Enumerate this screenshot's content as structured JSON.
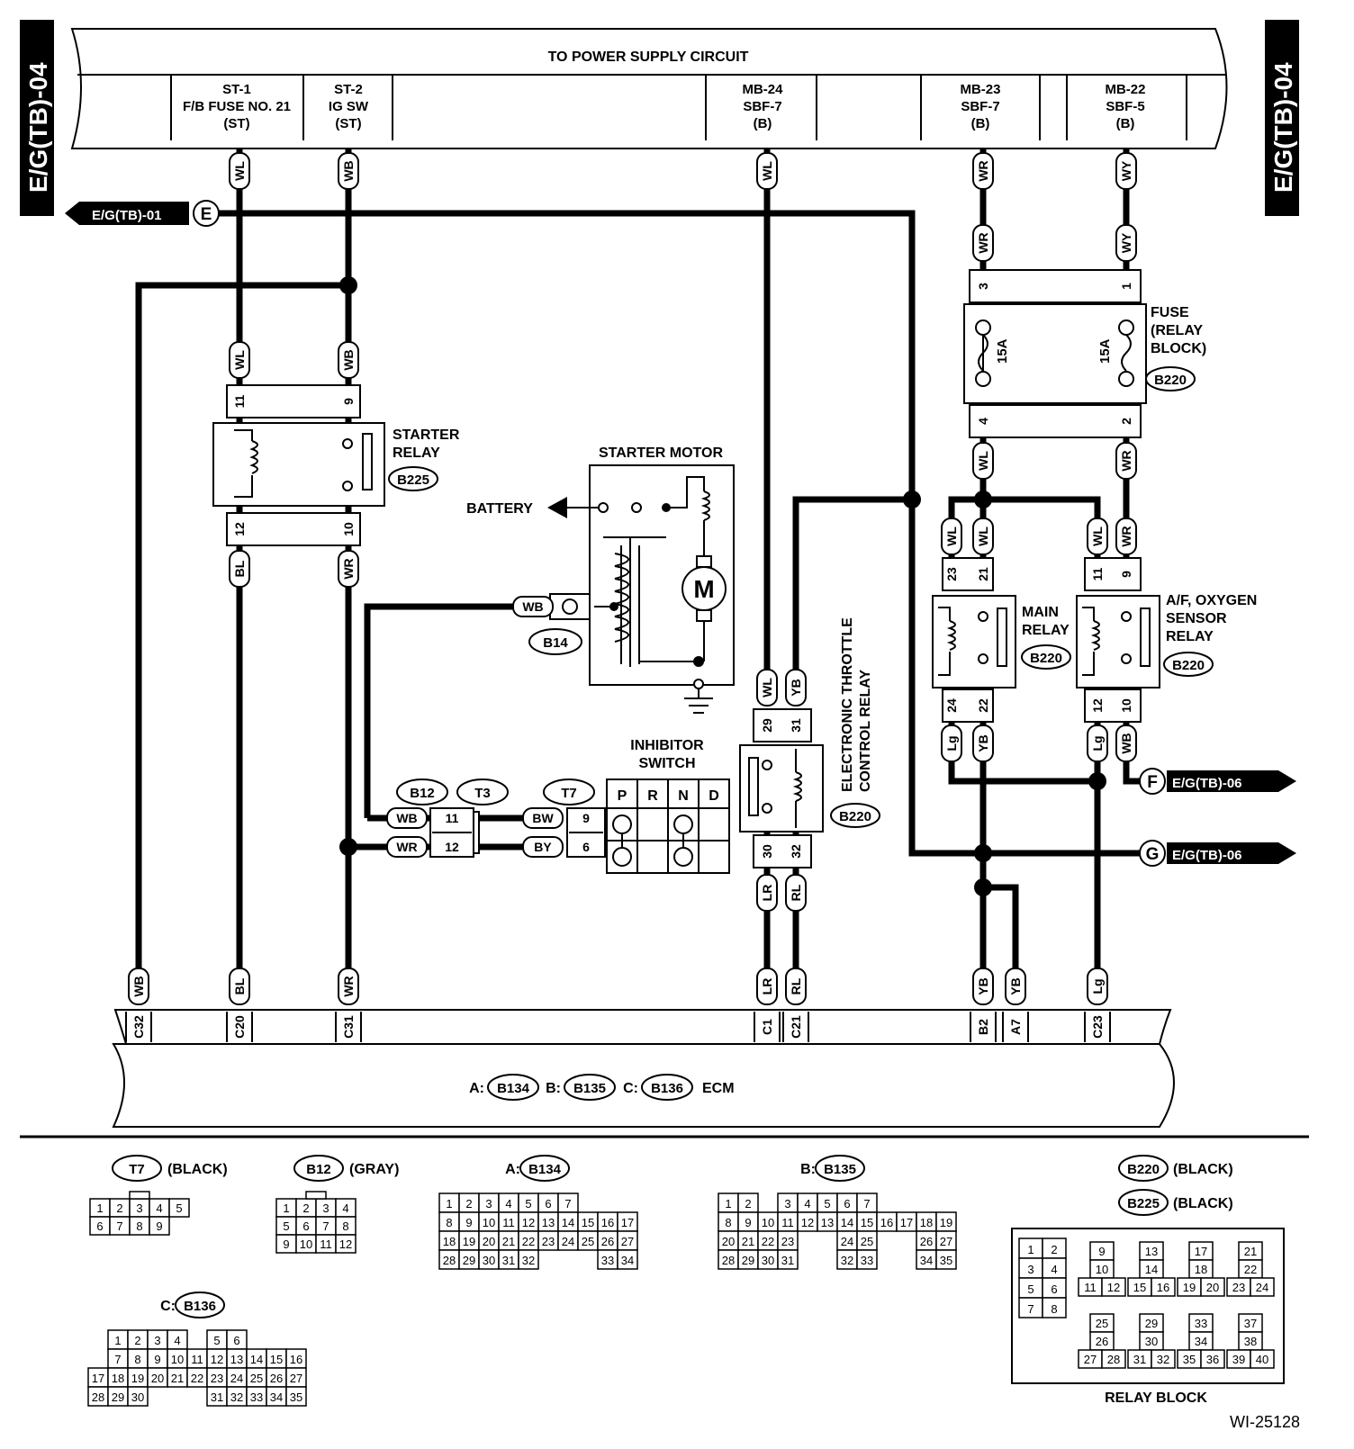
{
  "side_tabs": {
    "left": "E/G(TB)-04",
    "right": "E/G(TB)-04"
  },
  "power_bus": {
    "title": "TO POWER SUPPLY CIRCUIT",
    "terminals": [
      {
        "l1": "ST-1",
        "l2": "F/B FUSE NO. 21",
        "l3": "(ST)"
      },
      {
        "l1": "ST-2",
        "l2": "IG SW",
        "l3": "(ST)"
      },
      {
        "l1": "MB-24",
        "l2": "SBF-7",
        "l3": "(B)"
      },
      {
        "l1": "MB-23",
        "l2": "SBF-7",
        "l3": "(B)"
      },
      {
        "l1": "MB-22",
        "l2": "SBF-5",
        "l3": "(B)"
      }
    ]
  },
  "refs": {
    "e_label": "E/G(TB)-01",
    "e_letter": "E",
    "f_label": "E/G(TB)-06",
    "f_letter": "F",
    "g_label": "E/G(TB)-06",
    "g_letter": "G"
  },
  "components": {
    "starter_relay": {
      "l1": "STARTER",
      "l2": "RELAY",
      "conn": "B225"
    },
    "starter_motor": {
      "label": "STARTER MOTOR",
      "motor": "M",
      "conn": "B14"
    },
    "battery": "BATTERY",
    "fuse": {
      "l1": "FUSE",
      "l2": "(RELAY",
      "l3": "BLOCK)",
      "conn": "B220",
      "rating": "15A"
    },
    "main_relay": {
      "l1": "MAIN",
      "l2": "RELAY",
      "conn": "B220"
    },
    "af_relay": {
      "l1": "A/F, OXYGEN",
      "l2": "SENSOR",
      "l3": "RELAY",
      "conn": "B220"
    },
    "etc_relay": {
      "l1": "ELECTRONIC THROTTLE",
      "l2": "CONTROL RELAY",
      "conn": "B220"
    },
    "inhibitor": {
      "l1": "INHIBITOR",
      "l2": "SWITCH",
      "positions": [
        "P",
        "R",
        "N",
        "D"
      ]
    },
    "conns": {
      "b12": "B12",
      "t3": "T3",
      "t7": "T7"
    },
    "ecm": {
      "a": "A:",
      "a_conn": "B134",
      "b": "B:",
      "b_conn": "B135",
      "c": "C:",
      "c_conn": "B136",
      "label": "ECM"
    }
  },
  "wires": {
    "top": [
      "WL",
      "WB",
      "WL",
      "WR",
      "WY"
    ],
    "fuse_in": [
      "WR",
      "WY"
    ],
    "fuse_pins": [
      "3",
      "1",
      "4",
      "2"
    ],
    "fuse_out": [
      "WL",
      "WR"
    ],
    "sr_in": [
      "WL",
      "WB"
    ],
    "sr_pins": [
      "11",
      "9",
      "12",
      "10"
    ],
    "sr_out": [
      "BL",
      "WR"
    ],
    "mr_in": [
      "WL",
      "WL"
    ],
    "mr_pins": [
      "23",
      "21",
      "24",
      "22"
    ],
    "mr_out": [
      "Lg",
      "YB"
    ],
    "af_in": [
      "WL",
      "WR"
    ],
    "af_pins": [
      "11",
      "9",
      "12",
      "10"
    ],
    "af_out": [
      "Lg",
      "WB"
    ],
    "etc_in": [
      "WL",
      "YB"
    ],
    "etc_pins": [
      "29",
      "31",
      "30",
      "32"
    ],
    "etc_out": [
      "LR",
      "RL"
    ],
    "etc_low": [
      "LR",
      "RL"
    ],
    "b14": "WB",
    "b12_wires": [
      "WB",
      "WR"
    ],
    "b12_pins": [
      "11",
      "12"
    ],
    "t7_wires": [
      "BW",
      "BY"
    ],
    "t7_pins": [
      "9",
      "6"
    ],
    "ecm_wires": [
      "WB",
      "BL",
      "WR",
      "LR",
      "RL",
      "YB",
      "YB",
      "Lg"
    ],
    "ecm_pins": [
      "C32",
      "C20",
      "C31",
      "C1",
      "C21",
      "B2",
      "A7",
      "C23"
    ]
  },
  "legend": {
    "t7": {
      "name": "T7",
      "color": "(BLACK)"
    },
    "b12": {
      "name": "B12",
      "color": "(GRAY)"
    },
    "b134": {
      "prefix": "A:",
      "name": "B134"
    },
    "b135": {
      "prefix": "B:",
      "name": "B135"
    },
    "b136": {
      "prefix": "C:",
      "name": "B136"
    },
    "b220": {
      "name": "B220",
      "color": "(BLACK)"
    },
    "b225": {
      "name": "B225",
      "color": "(BLACK)"
    },
    "relay_block": "RELAY BLOCK",
    "code": "WI-25128",
    "grids": {
      "t7": [
        [
          "1",
          "2",
          "3",
          "4",
          "5"
        ],
        [
          "6",
          "7",
          "8",
          "9"
        ]
      ],
      "b12": [
        [
          "1",
          "2",
          "3",
          "4"
        ],
        [
          "5",
          "6",
          "7",
          "8"
        ],
        [
          "9",
          "10",
          "11",
          "12"
        ]
      ],
      "b134": [
        [
          "1",
          "2",
          "3",
          "4",
          "5",
          "6",
          "7"
        ],
        [
          "8",
          "9",
          "10",
          "11",
          "12",
          "13",
          "14",
          "15",
          "16",
          "17"
        ],
        [
          "18",
          "19",
          "20",
          "21",
          "22",
          "23",
          "24",
          "25",
          "26",
          "27"
        ],
        [
          "28",
          "29",
          "30",
          "31",
          "32",
          "",
          "",
          "",
          "33",
          "34"
        ]
      ],
      "b135": [
        [
          "1",
          "2",
          "",
          "3",
          "4",
          "5",
          "6",
          "7"
        ],
        [
          "8",
          "9",
          "10",
          "11",
          "12",
          "13",
          "14",
          "15",
          "16",
          "17",
          "18",
          "19"
        ],
        [
          "20",
          "21",
          "22",
          "23",
          "",
          "",
          "24",
          "25",
          "",
          "",
          "26",
          "27"
        ],
        [
          "28",
          "29",
          "30",
          "31",
          "",
          "",
          "32",
          "33",
          "",
          "",
          "34",
          "35"
        ]
      ],
      "b136": [
        [
          "",
          "1",
          "2",
          "3",
          "4",
          "",
          "5",
          "6"
        ],
        [
          "",
          "7",
          "8",
          "9",
          "10",
          "11",
          "12",
          "13",
          "14",
          "15",
          "16"
        ],
        [
          "17",
          "18",
          "19",
          "20",
          "21",
          "22",
          "23",
          "24",
          "25",
          "26",
          "27"
        ],
        [
          "28",
          "29",
          "30",
          "",
          "",
          "",
          "31",
          "32",
          "33",
          "34",
          "35"
        ]
      ],
      "relay": {
        "c1": [
          [
            "1",
            "2"
          ],
          [
            "3",
            "4"
          ],
          [
            "5",
            "6"
          ],
          [
            "7",
            "8"
          ]
        ],
        "c2": [
          "9",
          "10",
          "11",
          "12"
        ],
        "c3": [
          "13",
          "14",
          "15",
          "16"
        ],
        "c4": [
          "17",
          "18",
          "19",
          "20"
        ],
        "c5": [
          "21",
          "22",
          "23",
          "24"
        ],
        "c6": [
          "25",
          "26",
          "27",
          "28"
        ],
        "c7": [
          "29",
          "30",
          "31",
          "32"
        ],
        "c8": [
          "33",
          "34",
          "35",
          "36"
        ],
        "c9": [
          "37",
          "38",
          "39",
          "40"
        ]
      }
    }
  }
}
